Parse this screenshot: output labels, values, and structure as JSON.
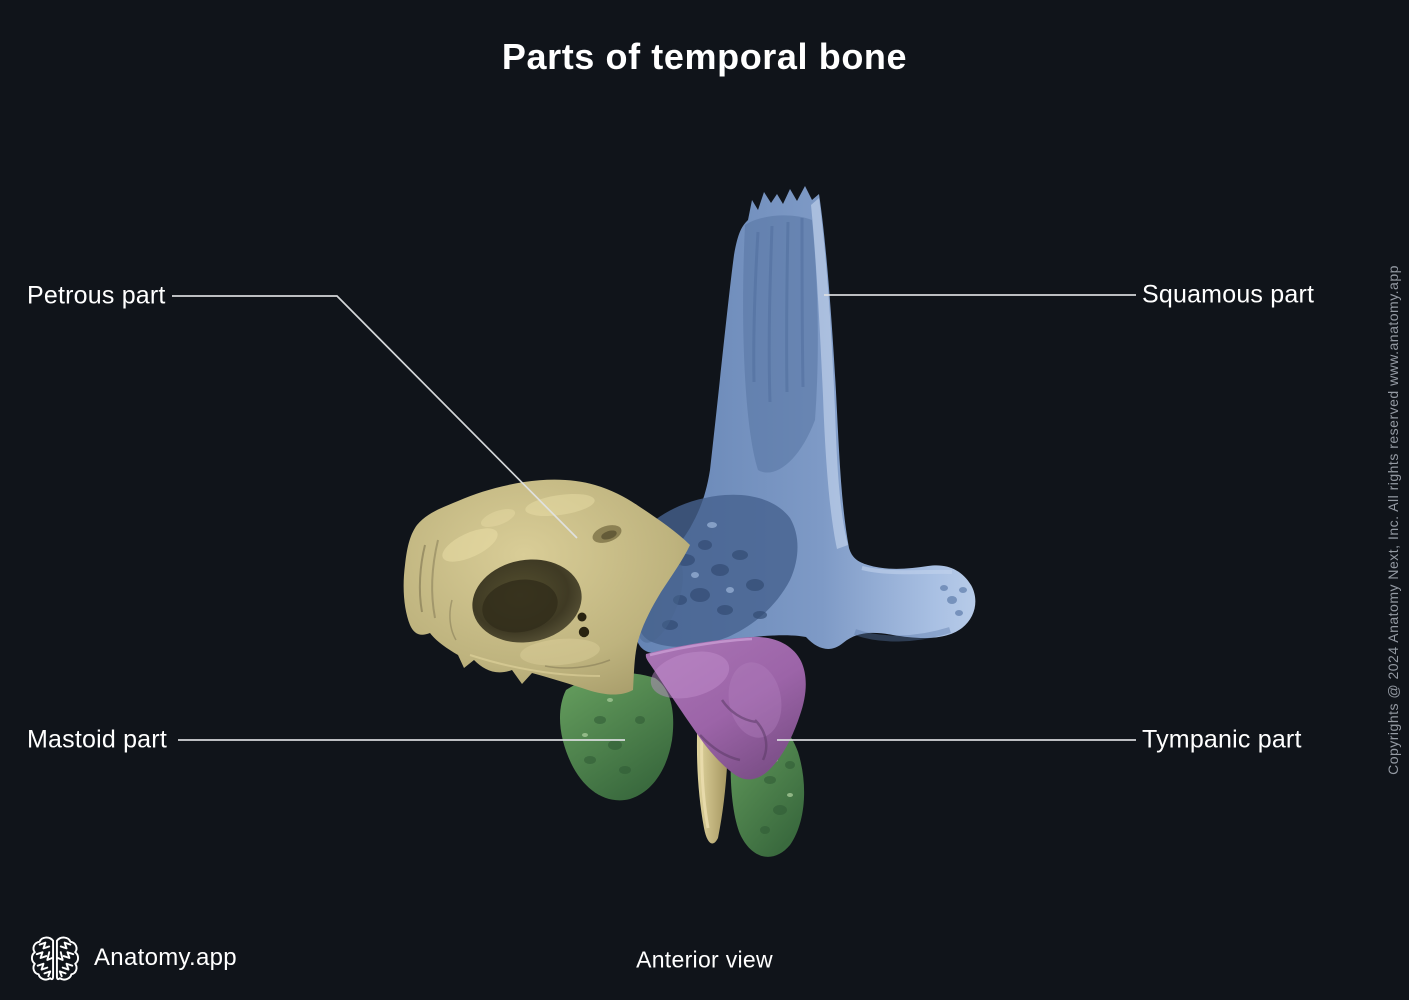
{
  "title": "Parts of temporal bone",
  "view_label": "Anterior view",
  "brand": {
    "name": "Anatomy.app",
    "logo": "brain-icon"
  },
  "copyright": "Copyrights @ 2024 Anatomy Next, Inc. All rights reserved www.anatomy.app",
  "labels": [
    {
      "id": "petrous",
      "text": "Petrous part",
      "side": "left"
    },
    {
      "id": "squamous",
      "text": "Squamous part",
      "side": "right"
    },
    {
      "id": "mastoid",
      "text": "Mastoid part",
      "side": "left"
    },
    {
      "id": "tympanic",
      "text": "Tympanic part",
      "side": "right"
    }
  ],
  "part_colors": {
    "petrous": "#b4a975",
    "squamous": "#7e9ac6",
    "tympanic": "#9c64a8",
    "mastoid": "#55914f",
    "styloid_process": "#c9b983"
  },
  "colors": {
    "background": "#10141a",
    "text": "#ffffff",
    "muted_text": "#949aa3",
    "leader_line": "#dfe1e4"
  }
}
